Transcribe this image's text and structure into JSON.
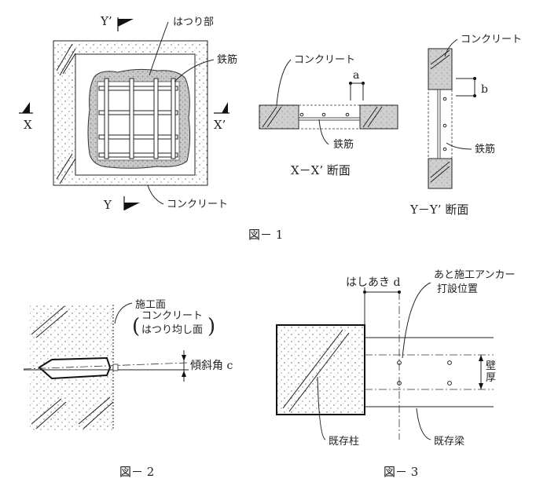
{
  "fig1": {
    "label_y_prime": "Y’",
    "label_y": "Y",
    "label_x": "X",
    "label_x_prime": "X’",
    "chipped_part": "はつり部",
    "rebar": "鉄筋",
    "concrete": "コンクリート",
    "section_xx_concrete": "コンクリート",
    "section_xx_rebar": "鉄筋",
    "dim_a": "a",
    "section_xx_title": "X－X’ 断面",
    "section_yy_concrete": "コンクリート",
    "section_yy_rebar": "鉄筋",
    "dim_b": "b",
    "section_yy_title": "Y－Y’ 断面",
    "caption": "図－ 1"
  },
  "fig2": {
    "surface_line1": "施工面",
    "surface_line2": "コンクリート",
    "surface_line3": "はつり均し面",
    "angle_label": "傾斜角 c",
    "caption": "図－ 2"
  },
  "fig3": {
    "edge_distance": "はしあき d",
    "anchor_line1": "あと施工アンカー",
    "anchor_line2": "打設位置",
    "wall_thickness": "壁厚",
    "existing_column": "既存柱",
    "existing_beam": "既存梁",
    "caption": "図－ 3"
  }
}
